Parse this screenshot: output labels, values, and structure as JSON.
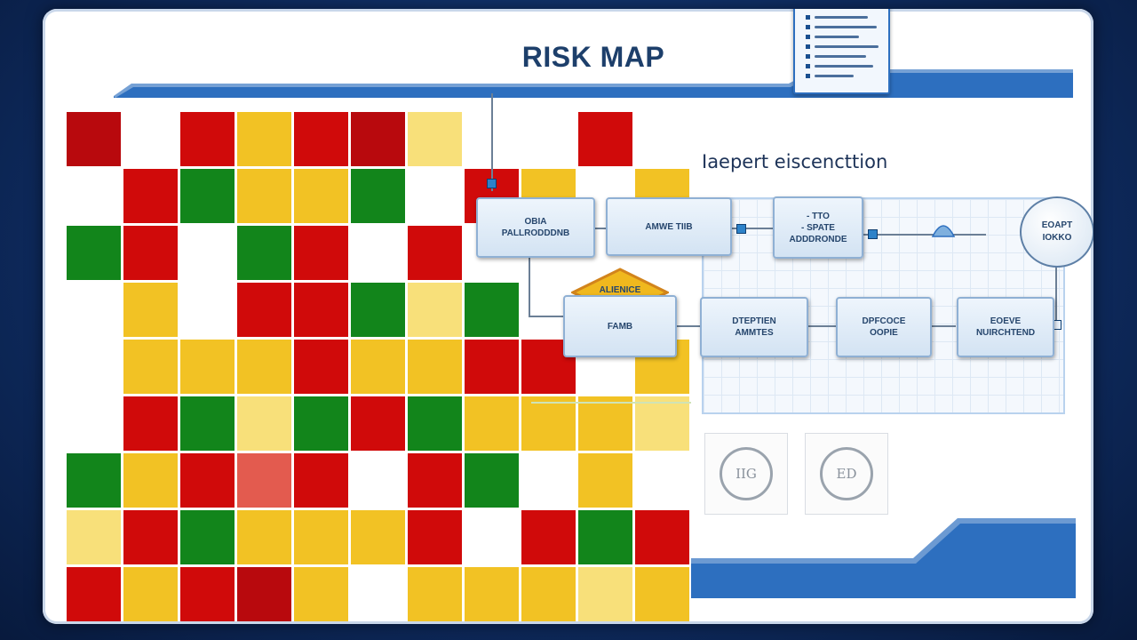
{
  "title": "RISK MAP",
  "section_label": "Iaepert eiscencttion",
  "colors": {
    "red": "#d00a0a",
    "dark_red": "#b8090d",
    "green": "#12851b",
    "yellow": "#f2c224",
    "pale_yellow": "#f8e07a",
    "salmon": "#e35b4f",
    "brand_blue": "#2d6fbf"
  },
  "risk_grid": {
    "rows": [
      [
        "dark_red",
        "",
        "red",
        "yellow",
        "red",
        "dark_red",
        "pale_yellow",
        "",
        "",
        "red",
        ""
      ],
      [
        "",
        "red",
        "green",
        "yellow",
        "yellow",
        "green",
        "",
        "red",
        "yellow",
        "",
        "yellow"
      ],
      [
        "green",
        "red",
        "",
        "green",
        "red",
        "",
        "red",
        "",
        "",
        "",
        ""
      ],
      [
        "",
        "yellow",
        "",
        "red",
        "red",
        "green",
        "pale_yellow",
        "green",
        "",
        "",
        ""
      ],
      [
        "",
        "yellow",
        "yellow",
        "yellow",
        "red",
        "yellow",
        "yellow",
        "red",
        "red",
        "",
        "yellow"
      ],
      [
        "",
        "red",
        "green",
        "pale_yellow",
        "green",
        "red",
        "green",
        "yellow",
        "yellow",
        "yellow",
        "pale_yellow"
      ],
      [
        "green",
        "yellow",
        "red",
        "salmon",
        "red",
        "",
        "red",
        "green",
        "",
        "yellow",
        ""
      ],
      [
        "pale_yellow",
        "red",
        "green",
        "yellow",
        "yellow",
        "yellow",
        "red",
        "",
        "red",
        "green",
        "red"
      ],
      [
        "red",
        "yellow",
        "red",
        "dark_red",
        "yellow",
        "",
        "yellow",
        "yellow",
        "yellow",
        "pale_yellow",
        "yellow"
      ]
    ]
  },
  "flow_nodes": [
    {
      "id": "n1",
      "label": "OBIA\nPALLRODDDNB"
    },
    {
      "id": "n2",
      "label": "AMWE TIIB"
    },
    {
      "id": "n3",
      "label": "- TTO\n- SPATE\nADDDRONDE"
    },
    {
      "id": "n4",
      "label": "ALIENICE"
    },
    {
      "id": "n5",
      "label": "FAMB"
    },
    {
      "id": "n6",
      "label": "DTEPTIEN\nAMMTES"
    },
    {
      "id": "n7",
      "label": "DPFCOCE\nOOPIE"
    },
    {
      "id": "n8",
      "label": "EOEVE\nNUIRCHTEND"
    },
    {
      "id": "n9",
      "label": "EOAPT\nIOKKO"
    }
  ],
  "stamps": [
    {
      "label": "IIG"
    },
    {
      "label": "ED"
    }
  ]
}
